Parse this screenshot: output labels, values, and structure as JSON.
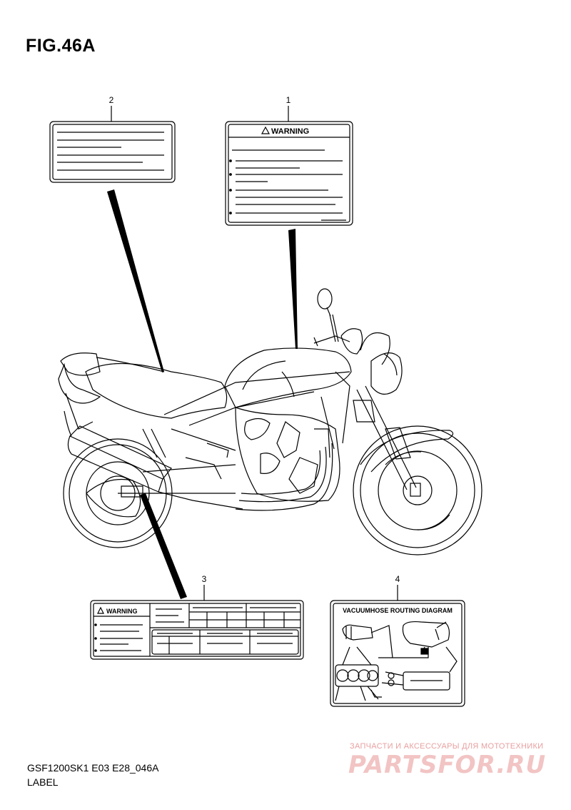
{
  "figure": {
    "title": "FIG.46A"
  },
  "footer": {
    "code": "GSF1200SK1 E03 E28_046A",
    "section": "LABEL"
  },
  "watermark": {
    "tagline": "ЗАПЧАСТИ И АКСЕССУАРЫ ДЛЯ МОТОТЕХНИКИ",
    "logo": "PARTSFOR.RU"
  },
  "callouts": {
    "c1": "1",
    "c2": "2",
    "c3": "3",
    "c4": "4"
  },
  "labels": {
    "warning_heading": "WARNING",
    "vacuum_heading": "VACUUMHOSE ROUTING DIAGRAM"
  },
  "colors": {
    "line": "#000000",
    "watermark": "#f2c4c4"
  }
}
